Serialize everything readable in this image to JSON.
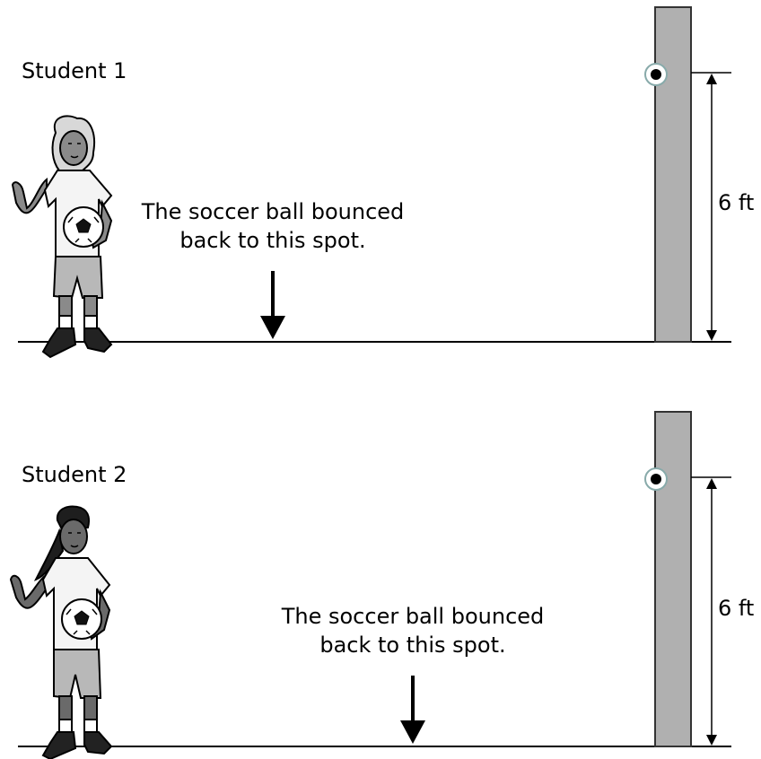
{
  "panels": [
    {
      "student_label": "Student 1",
      "caption_line1": "The soccer ball bounced",
      "caption_line2": "back to this spot.",
      "height_label": "6 ft"
    },
    {
      "student_label": "Student 2",
      "caption_line1": "The soccer ball bounced",
      "caption_line2": "back to this spot.",
      "height_label": "6 ft"
    }
  ],
  "colors": {
    "post": "#b0b0b0",
    "skin_student1": "#8a8a8a",
    "skin_student2": "#6a6a6a",
    "shorts": "#b8b8b8"
  }
}
